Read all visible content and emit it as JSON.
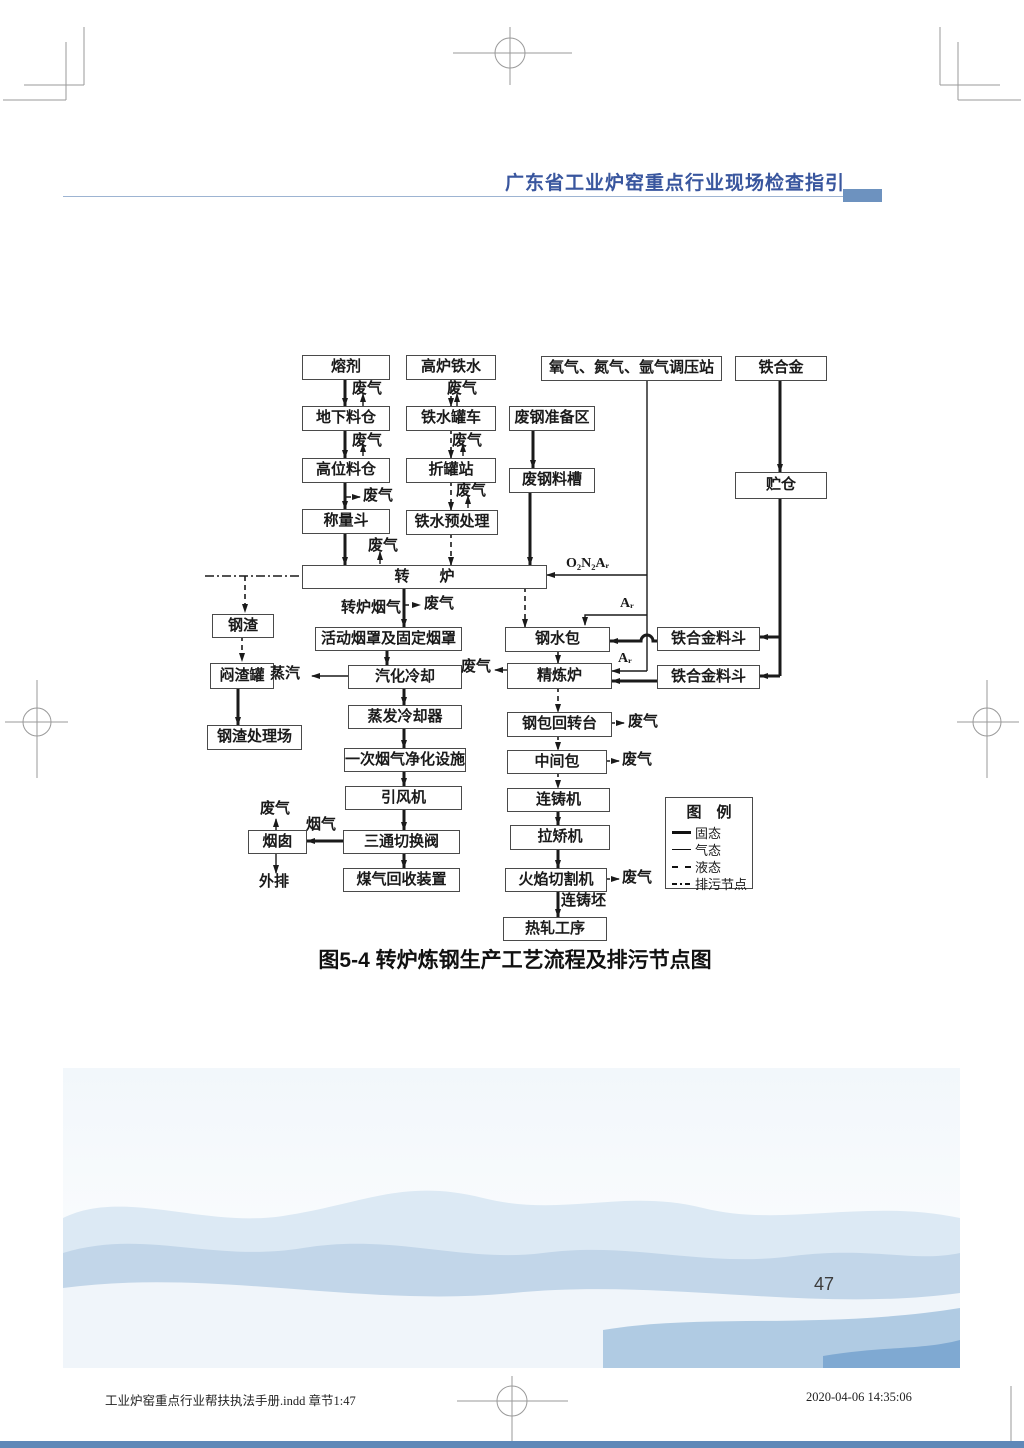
{
  "page": {
    "header": {
      "title": "广东省工业炉窑重点行业现场检查指引"
    },
    "caption": "图5-4  转炉炼钢生产工艺流程及排污节点图",
    "page_number": "47",
    "footer": {
      "left": "工业炉窑重点行业帮扶执法手册.indd   章节1:47",
      "right": "2020-04-06   14:35:06"
    }
  },
  "flowchart": {
    "boxes": [
      {
        "id": "flux",
        "label": "熔剂"
      },
      {
        "id": "bf-molten-iron",
        "label": "高炉铁水"
      },
      {
        "id": "gas-pressure-station",
        "label": "氧气、氮气、氩气调压站"
      },
      {
        "id": "ferroalloy",
        "label": "铁合金"
      },
      {
        "id": "underground-bin",
        "label": "地下料仓"
      },
      {
        "id": "iron-ladle-car",
        "label": "铁水罐车"
      },
      {
        "id": "scrap-prep-area",
        "label": "废钢准备区"
      },
      {
        "id": "high-level-bin",
        "label": "高位料仓"
      },
      {
        "id": "tilting-station",
        "label": "折罐站"
      },
      {
        "id": "scrap-chute",
        "label": "废钢料槽"
      },
      {
        "id": "storage-bin",
        "label": "贮仓"
      },
      {
        "id": "weighing-hopper",
        "label": "称量斗"
      },
      {
        "id": "iron-pretreatment",
        "label": "铁水预处理"
      },
      {
        "id": "converter",
        "label": "转　　炉"
      },
      {
        "id": "steel-slag",
        "label": "钢渣"
      },
      {
        "id": "movable-fixed-hood",
        "label": "活动烟罩及固定烟罩"
      },
      {
        "id": "steel-ladle",
        "label": "钢水包"
      },
      {
        "id": "ferroalloy-hopper-1",
        "label": "铁合金料斗"
      },
      {
        "id": "slag-smother-pot",
        "label": "闷渣罐"
      },
      {
        "id": "vapor-cooling",
        "label": "汽化冷却"
      },
      {
        "id": "refining-furnace",
        "label": "精炼炉"
      },
      {
        "id": "ferroalloy-hopper-2",
        "label": "铁合金料斗"
      },
      {
        "id": "slag-yard",
        "label": "钢渣处理场"
      },
      {
        "id": "evap-cooler",
        "label": "蒸发冷却器"
      },
      {
        "id": "ladle-turret",
        "label": "钢包回转台"
      },
      {
        "id": "primary-gas-cleaning",
        "label": "一次烟气净化设施"
      },
      {
        "id": "tundish",
        "label": "中间包"
      },
      {
        "id": "id-fan",
        "label": "引风机"
      },
      {
        "id": "caster",
        "label": "连铸机"
      },
      {
        "id": "chimney",
        "label": "烟囱"
      },
      {
        "id": "three-way-valve",
        "label": "三通切换阀"
      },
      {
        "id": "straightener",
        "label": "拉矫机"
      },
      {
        "id": "gas-recovery",
        "label": "煤气回收装置"
      },
      {
        "id": "flame-cutter",
        "label": "火焰切割机"
      },
      {
        "id": "hot-rolling",
        "label": "热轧工序"
      }
    ],
    "labels": [
      {
        "id": "waste-gas-c1r1",
        "text": "废气"
      },
      {
        "id": "waste-gas-c2r1",
        "text": "废气"
      },
      {
        "id": "waste-gas-c1r2",
        "text": "废气"
      },
      {
        "id": "waste-gas-c2r2",
        "text": "废气"
      },
      {
        "id": "waste-gas-c1r3",
        "text": "废气"
      },
      {
        "id": "waste-gas-c2r3",
        "text": "废气"
      },
      {
        "id": "waste-gas-c1r4",
        "text": "废气"
      },
      {
        "id": "o2n2ar",
        "text": "O₂N₂Aᵣ"
      },
      {
        "id": "converter-flue-gas",
        "text": "转炉烟气"
      },
      {
        "id": "waste-gas-converter",
        "text": "废气"
      },
      {
        "id": "ar-upper",
        "text": "Aᵣ"
      },
      {
        "id": "ar-lower",
        "text": "Aᵣ"
      },
      {
        "id": "steam",
        "text": "蒸汽"
      },
      {
        "id": "waste-gas-refining",
        "text": "废气"
      },
      {
        "id": "waste-gas-turret",
        "text": "废气"
      },
      {
        "id": "waste-gas-tundish",
        "text": "废气"
      },
      {
        "id": "waste-gas-chimney",
        "text": "废气"
      },
      {
        "id": "flue-gas",
        "text": "烟气"
      },
      {
        "id": "external-discharge",
        "text": "外排"
      },
      {
        "id": "waste-gas-cutter",
        "text": "废气"
      },
      {
        "id": "cast-billet",
        "text": "连铸坯"
      }
    ],
    "legend": {
      "title": "图　例",
      "items": [
        {
          "style": "solid-thick",
          "label": "固态"
        },
        {
          "style": "solid-thin",
          "label": "气态"
        },
        {
          "style": "dashed",
          "label": "液态"
        },
        {
          "style": "dash-dot",
          "label": "排污节点"
        }
      ]
    }
  },
  "colors": {
    "header_text": "#39569e",
    "header_rect": "#6d92bf",
    "bottom_bar": "#5f88b8",
    "box_border": "#4a4a4a",
    "line": "#1a1a1a"
  }
}
